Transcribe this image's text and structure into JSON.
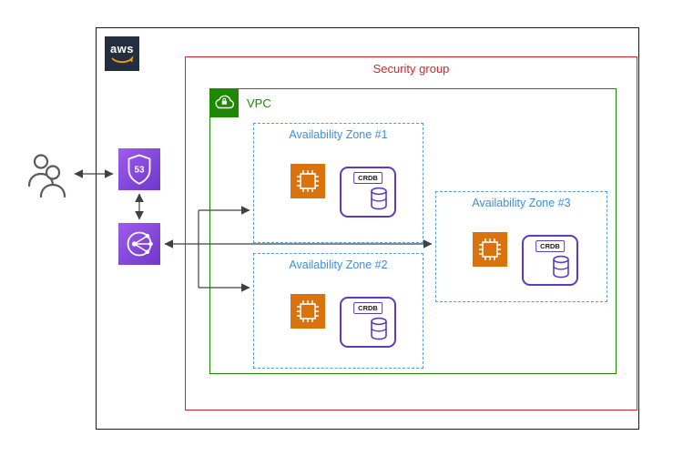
{
  "aws_cloud": {
    "logo_text": "aws"
  },
  "security_group": {
    "label": "Security group"
  },
  "vpc": {
    "label": "VPC"
  },
  "zones": [
    {
      "label": "Availability Zone #1"
    },
    {
      "label": "Availability Zone #2"
    },
    {
      "label": "Availability Zone #3"
    }
  ],
  "labels": {
    "crdb": "CRDB",
    "route53_number": "53"
  },
  "icons": [
    {
      "name": "users-icon",
      "shape": "two-person gray outline"
    },
    {
      "name": "route53-icon",
      "shape": "purple square with white shield and 53"
    },
    {
      "name": "load-balancer-icon",
      "shape": "purple square with circle and network nodes"
    },
    {
      "name": "vpc-icon",
      "shape": "green square with white cloud and lock"
    },
    {
      "name": "ec2-instance-icon",
      "shape": "orange square with white chip and pins"
    },
    {
      "name": "database-icon",
      "shape": "purple outlined cylinder"
    },
    {
      "name": "aws-smile-icon",
      "shape": "orange smile arc under aws wordmark"
    }
  ],
  "colors": {
    "security_group_red": "#D6242D",
    "vpc_green": "#1E8900",
    "availability_zone_blue": "#4E9BD4",
    "ec2_orange": "#D9730D",
    "crdb_purple": "#5B3BC0",
    "actor_purple_light": "#9D5CED",
    "actor_purple_dark": "#6F37C9",
    "aws_navy": "#232F3E",
    "aws_orange": "#FF9900",
    "arrow_gray": "#404040"
  }
}
